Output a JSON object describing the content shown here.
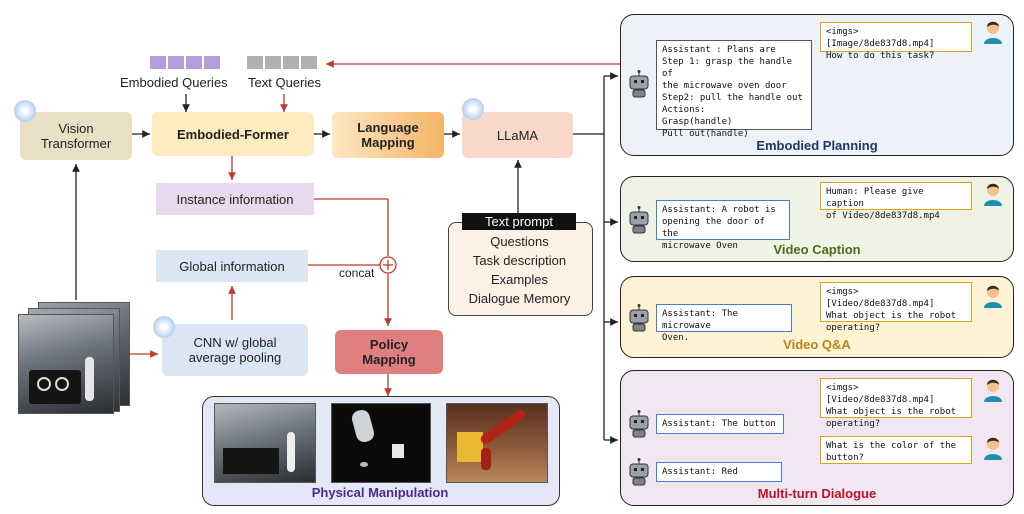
{
  "inputs": {
    "embodied_queries": "Embodied Queries",
    "text_queries": "Text Queries"
  },
  "modules": {
    "vision_transformer": "Vision\nTransformer",
    "embodied_former": "Embodied-Former",
    "language_mapping": "Language\nMapping",
    "llama": "LLaMA",
    "instance_information": "Instance information",
    "global_information": "Global information",
    "cnn": "CNN w/ global\naverage pooling",
    "policy_mapping": "Policy\nMapping",
    "concat": "concat"
  },
  "text_prompt": {
    "header": "Text prompt",
    "items": [
      "Questions",
      "Task description",
      "Examples",
      "Dialogue Memory"
    ]
  },
  "physical_manipulation": "Physical Manipulation",
  "panels": {
    "planning": {
      "title": "Embodied Planning",
      "human": "<imgs>[Image/8de837d8.mp4]\nHow to do this task?",
      "assistant": "Assistant : Plans are\nStep 1: grasp the handle of\nthe microwave oven door\nStep2: pull the handle out\nActions:\nGrasp(handle)\nPull out(handle)"
    },
    "caption": {
      "title": "Video Caption",
      "human": "Human: Please give caption\nof Video/8de837d8.mp4",
      "assistant": "Assistant: A robot is\nopening the door of the\nmicrowave Oven"
    },
    "qa": {
      "title": "Video Q&A",
      "human": "<imgs>[Video/8de837d8.mp4]\nWhat object is the robot\noperating?",
      "assistant": "Assistant: The microwave\nOven."
    },
    "dialogue": {
      "title": "Multi-turn Dialogue",
      "human1": "<imgs>[Video/8de837d8.mp4]\nWhat object is the robot\noperating?",
      "assistant1": "Assistant: The button",
      "human2": "What is the color of the\nbutton?",
      "assistant2": "Assistant: Red"
    }
  },
  "colors": {
    "arrow_red": "#c0392b",
    "embodied_query_purple": "#b39ddb",
    "text_query_gray": "#b0b0b0",
    "vit_fill": "#e9dfc4",
    "former_fill": "#fdebc0",
    "language_mapping_fill": "#f7c27a",
    "llama_fill": "#f8d8c8",
    "instance_fill": "#e8d9ef",
    "global_fill": "#dbe6f4",
    "cnn_fill": "#dbe6f4",
    "policy_fill": "#e07f7f",
    "prompt_fill": "#fdf1e6",
    "planning_panel": "#edf1f8",
    "caption_panel": "#eef3e6",
    "qa_panel": "#fdf2d3",
    "dialogue_panel": "#f2e6f2",
    "manip_panel": "#e4e8f6",
    "planning_title": "#1f3864",
    "caption_title": "#4d6b1a",
    "qa_title": "#b7861a",
    "dialogue_title": "#c0102a",
    "manip_title": "#4b2a8a"
  }
}
